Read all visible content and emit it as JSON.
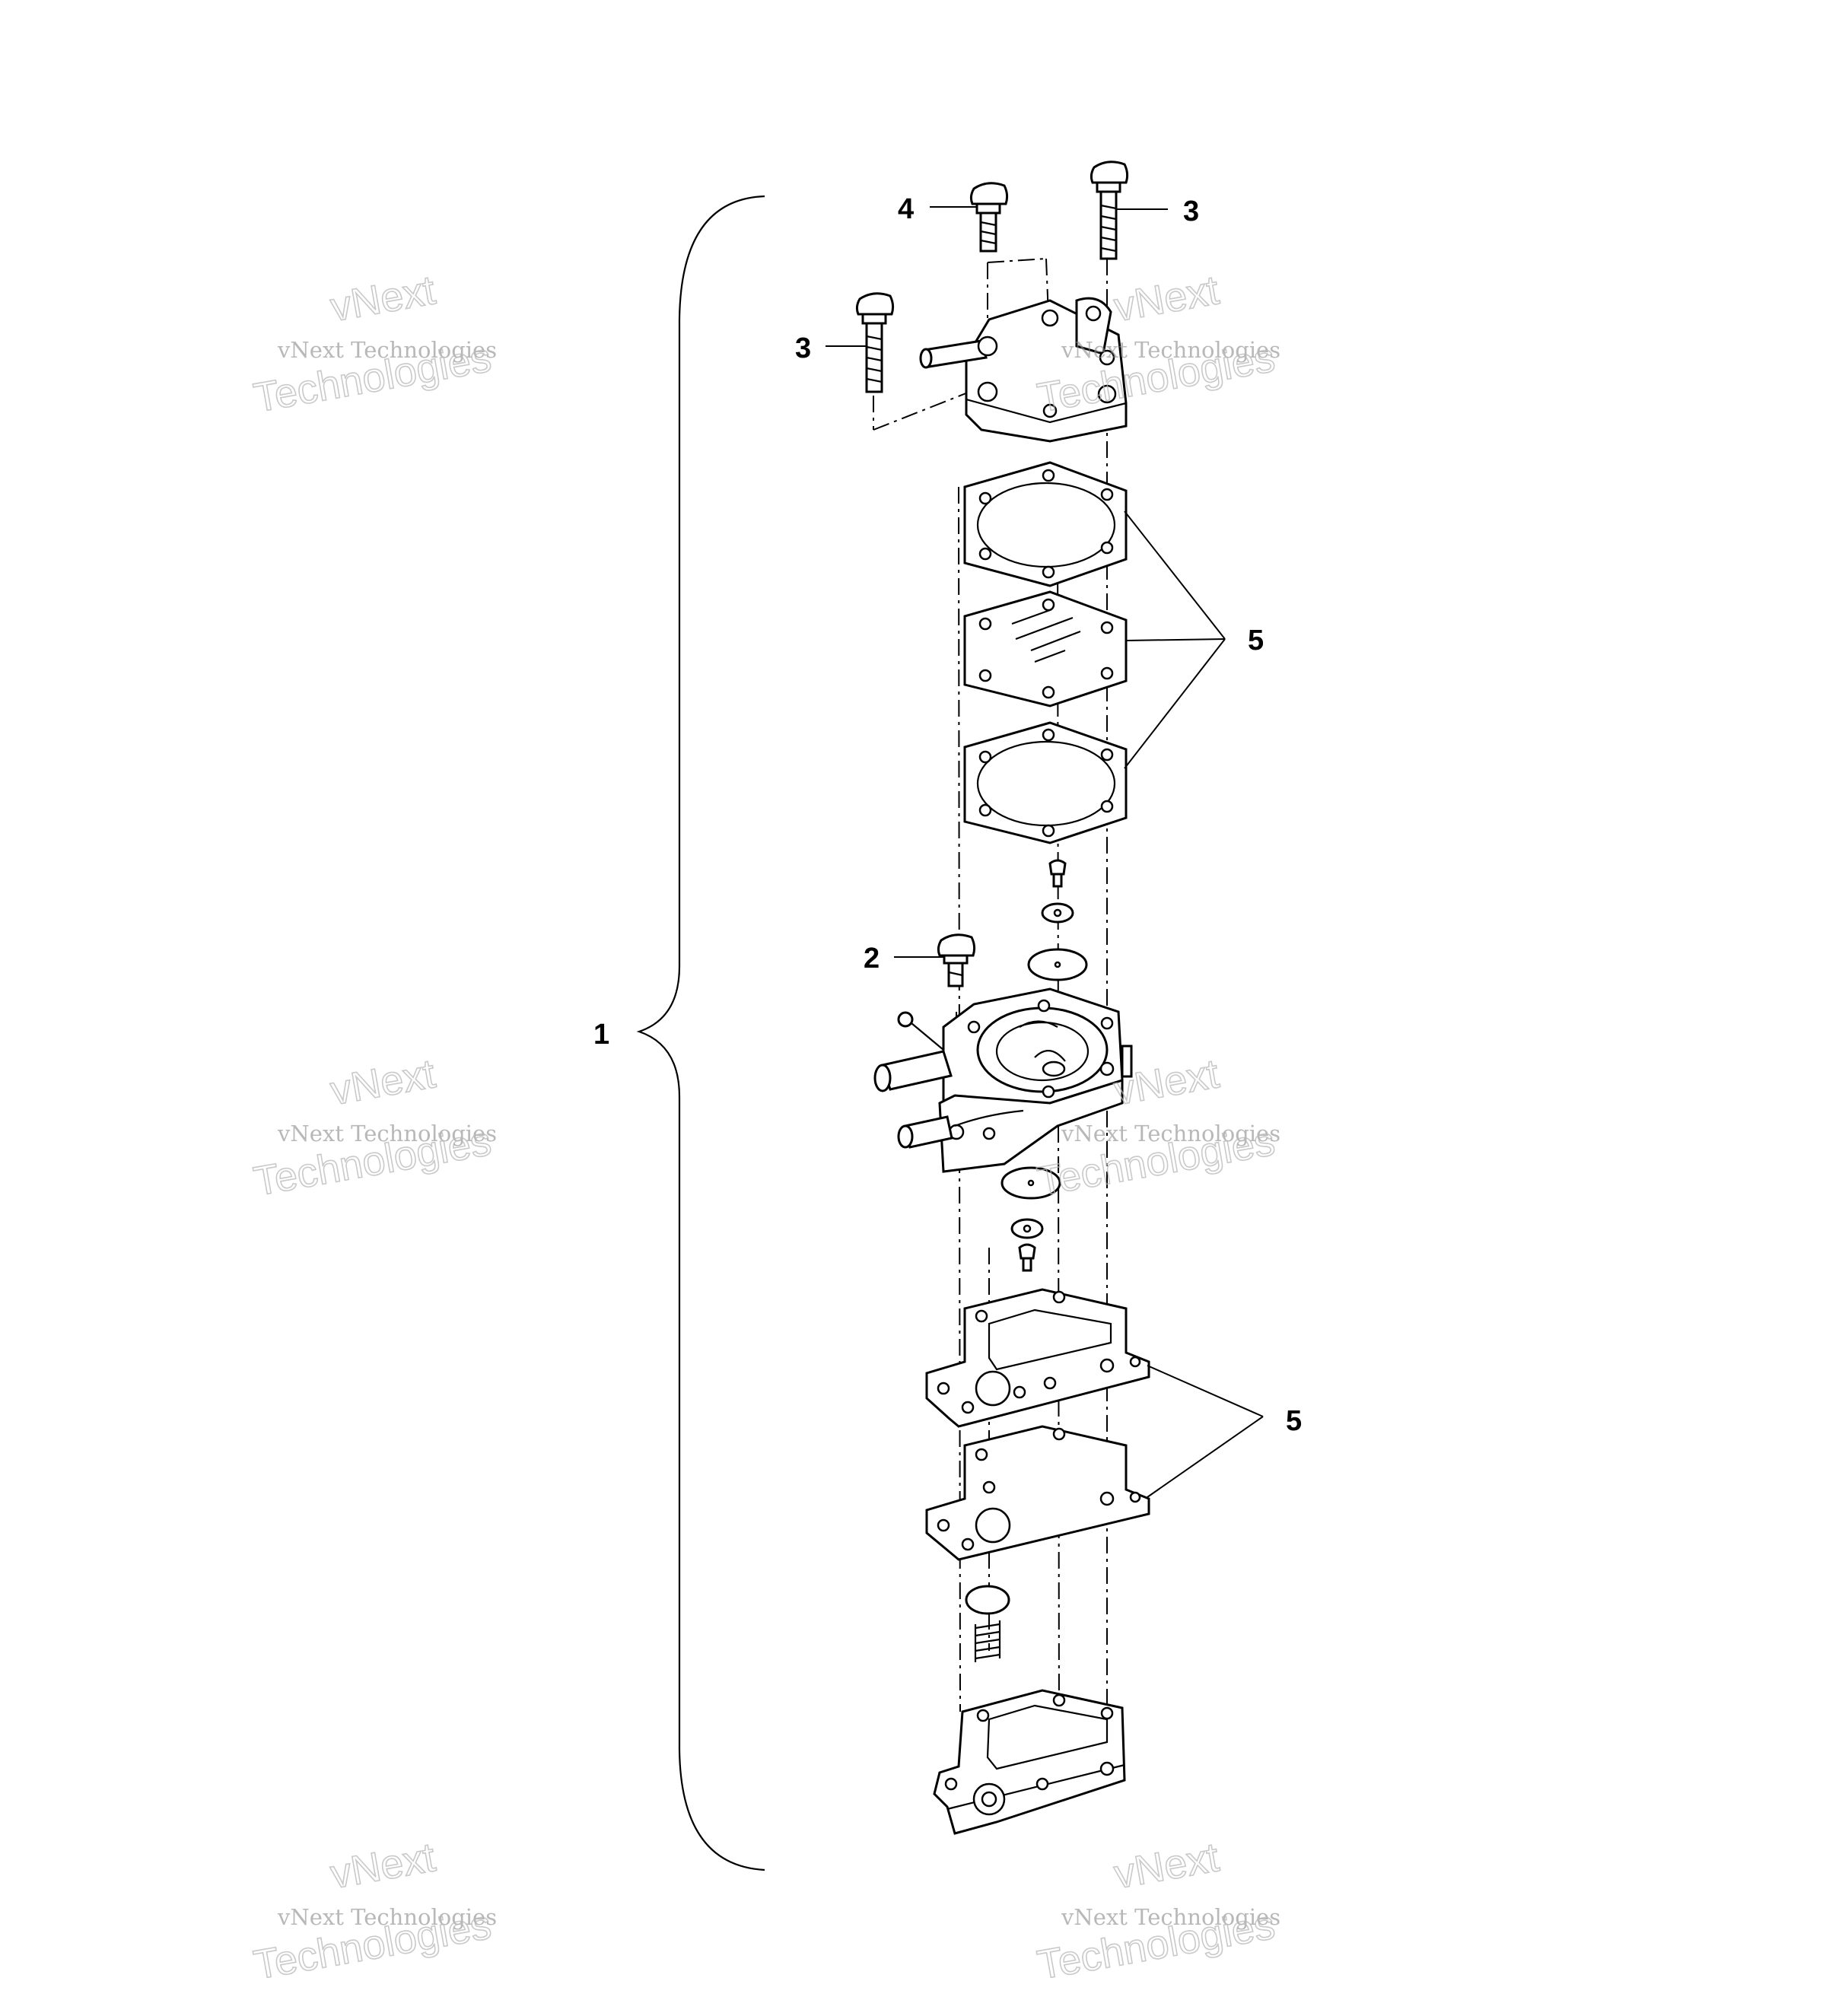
{
  "callouts": {
    "assembly": "1",
    "screw_2": "2",
    "screw_3_right": "3",
    "screw_3_left": "3",
    "screw_4": "4",
    "gaskets_upper": "5",
    "gaskets_lower": "5"
  },
  "watermark": {
    "line1": "vNext",
    "line2": "vNext Technologies",
    "line3": "Technologies"
  },
  "colors": {
    "line": "#000000",
    "background": "#ffffff",
    "watermark": "#9a9a9a"
  }
}
